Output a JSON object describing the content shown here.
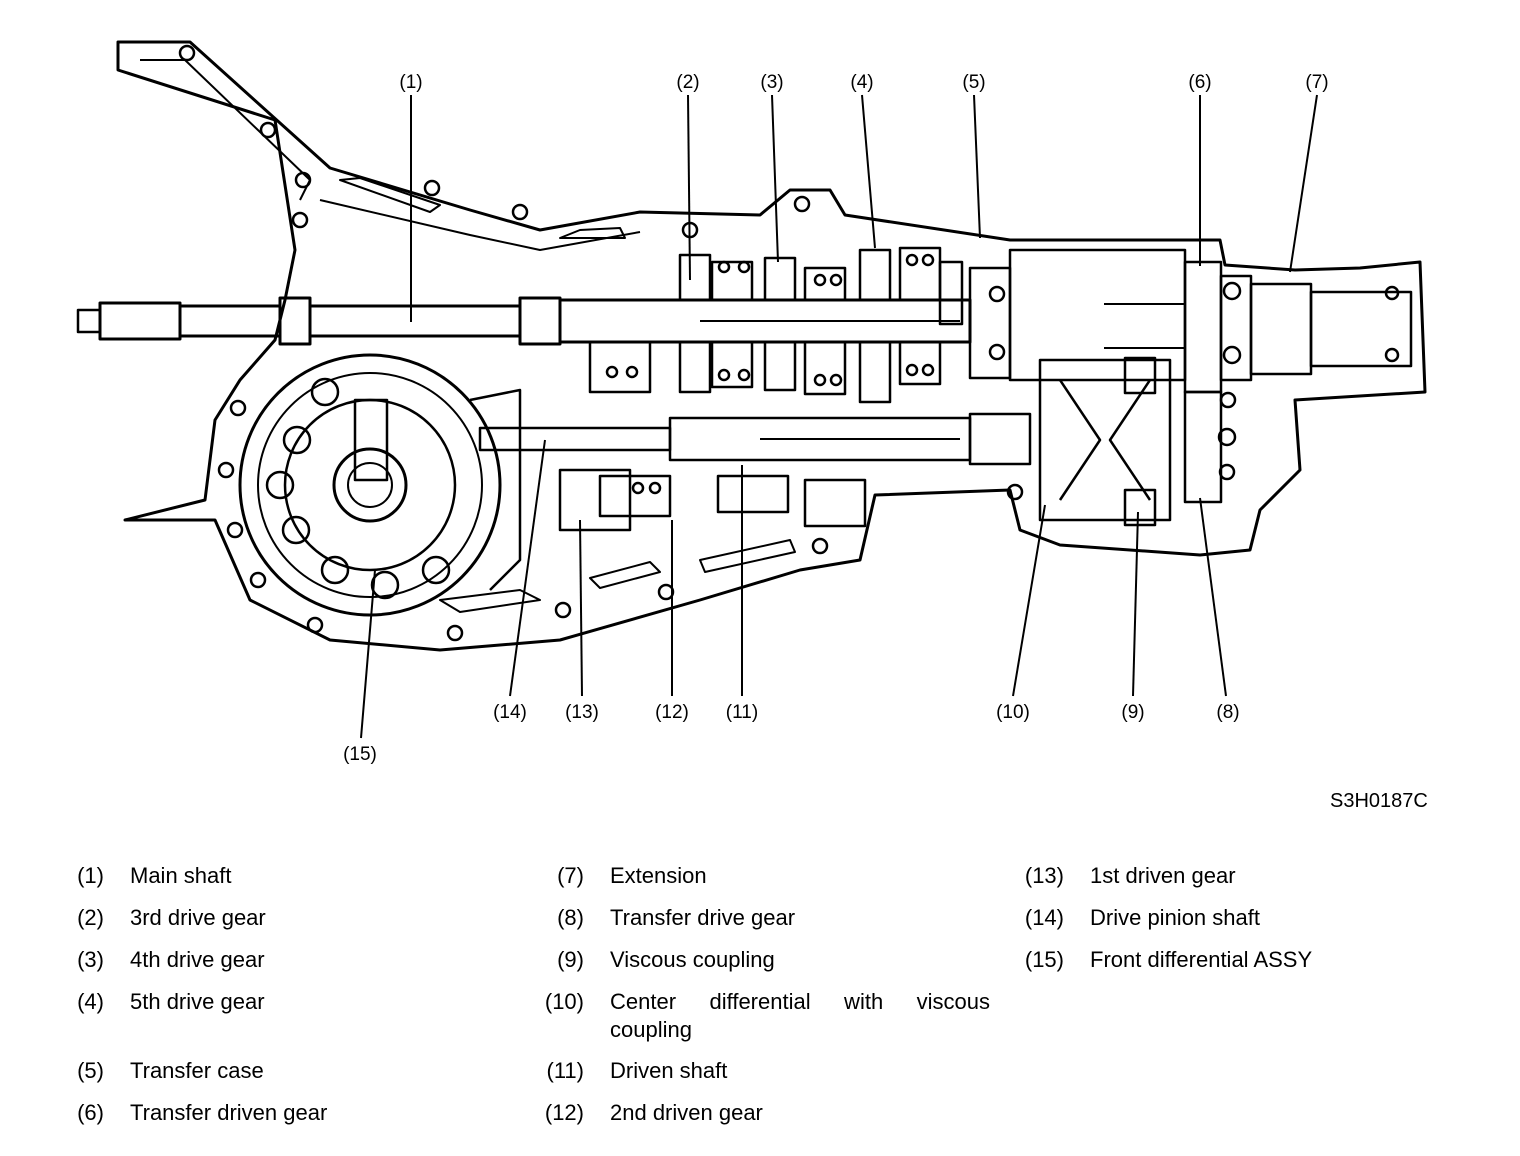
{
  "figure_id": "S3H0187C",
  "callouts": [
    "(1)",
    "(2)",
    "(3)",
    "(4)",
    "(5)",
    "(6)",
    "(7)",
    "(8)",
    "(9)",
    "(10)",
    "(11)",
    "(12)",
    "(13)",
    "(14)",
    "(15)"
  ],
  "legend": [
    {
      "num": "(1)",
      "text": "Main shaft"
    },
    {
      "num": "(2)",
      "text": "3rd drive gear"
    },
    {
      "num": "(3)",
      "text": "4th drive gear"
    },
    {
      "num": "(4)",
      "text": "5th drive gear"
    },
    {
      "num": "(5)",
      "text": "Transfer case"
    },
    {
      "num": "(6)",
      "text": "Transfer driven gear"
    },
    {
      "num": "(7)",
      "text": "Extension"
    },
    {
      "num": "(8)",
      "text": "Transfer drive gear"
    },
    {
      "num": "(9)",
      "text": "Viscous coupling"
    },
    {
      "num": "(10)",
      "text": "Center differential with viscous coupling"
    },
    {
      "num": "(11)",
      "text": "Driven shaft"
    },
    {
      "num": "(12)",
      "text": "2nd driven gear"
    },
    {
      "num": "(13)",
      "text": "1st driven gear"
    },
    {
      "num": "(14)",
      "text": "Drive pinion shaft"
    },
    {
      "num": "(15)",
      "text": "Front differential ASSY"
    }
  ]
}
